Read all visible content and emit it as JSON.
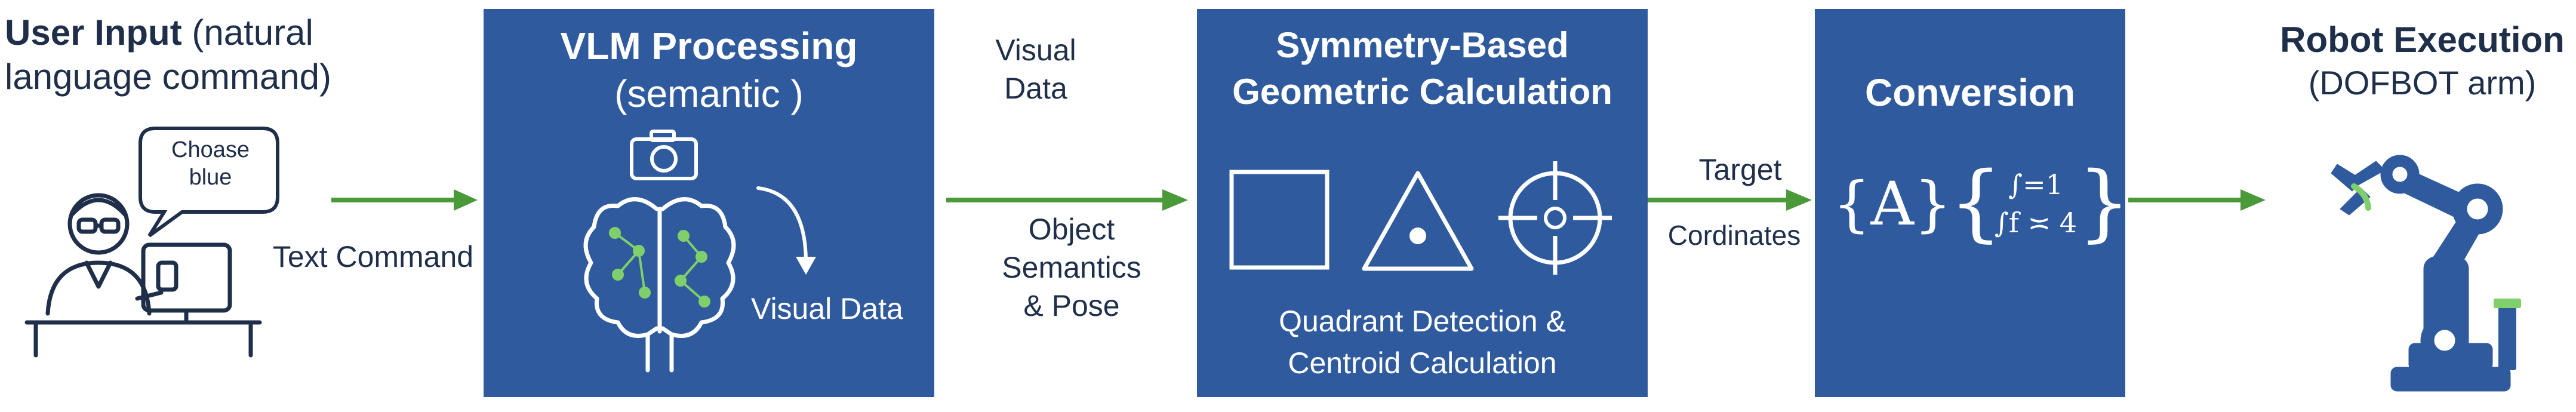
{
  "user_input": {
    "title_bold": "User Input",
    "title_rest": " (natural",
    "title_line2": "language command)",
    "speech_line1": "Choase",
    "speech_line2": "blue"
  },
  "arrow1": {
    "label": "Text Command"
  },
  "vlm": {
    "title_line1": "VLM Processing",
    "title_line2": "(semantic )",
    "inner_label": "Visual Data"
  },
  "arrow2": {
    "top_line1": "Visual",
    "top_line2": "Data",
    "bottom_line1": "Object",
    "bottom_line2": "Semantics",
    "bottom_line3": "& Pose"
  },
  "symmetry": {
    "title_line1": "Symmetry-Based",
    "title_line2": "Geometric Calculation",
    "caption_line1": "Quadrant Detection &",
    "caption_line2": "Centroid Calculation"
  },
  "arrow3": {
    "top": "Target",
    "bottom": "Cordinates"
  },
  "conversion": {
    "title": "Conversion",
    "formula_a": "{A}",
    "formula_top": "∫=1",
    "formula_bottom": "∫f ≍ 4",
    "brace_open": "{",
    "brace_close": "}"
  },
  "robot": {
    "title": "Robot Execution",
    "subtitle": "(DOFBOT arm)"
  },
  "colors": {
    "box_blue": "#2f5b9e",
    "arrow_green": "#4a9a3a",
    "text_dark": "#1f2f4a",
    "robot_blue": "#2f5b9e"
  }
}
